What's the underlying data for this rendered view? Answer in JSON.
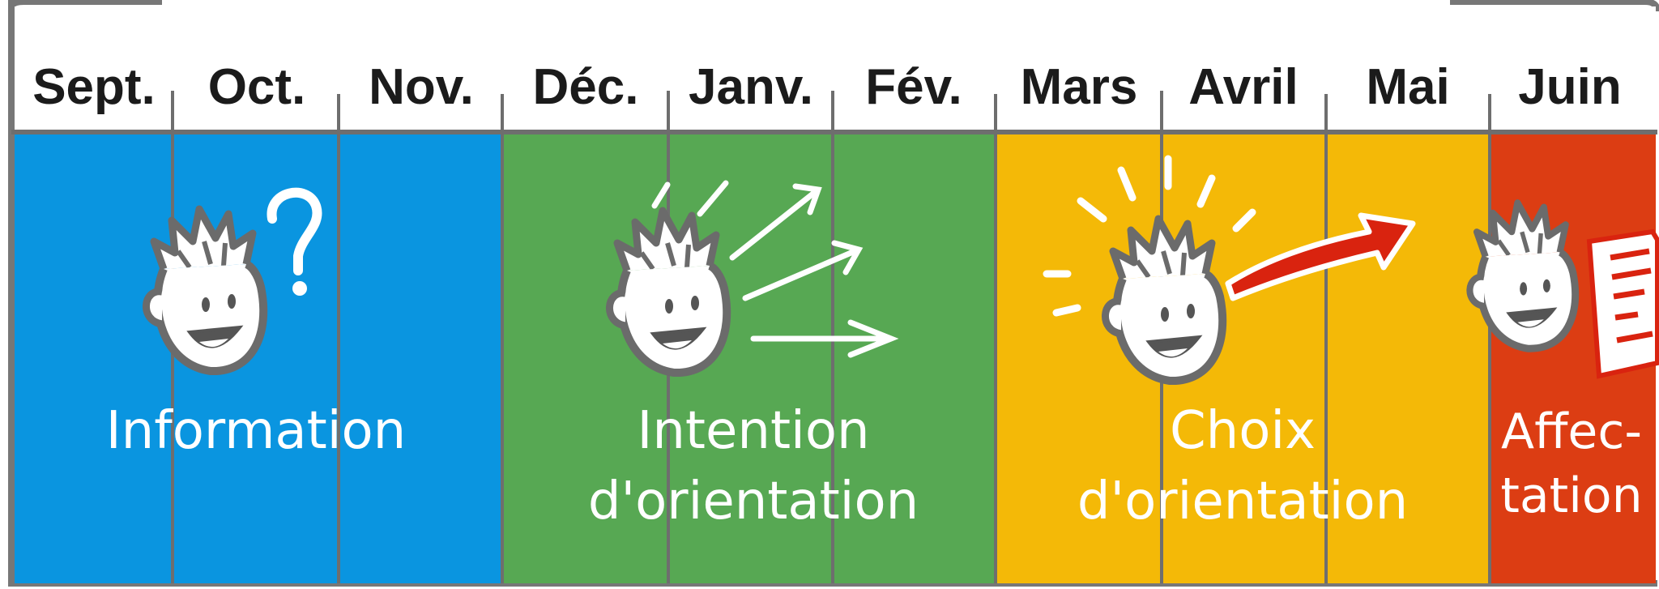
{
  "months": [
    "Sept.",
    "Oct.",
    "Nov.",
    "Déc.",
    "Janv.",
    "Fév.",
    "Mars",
    "Avril",
    "Mai",
    "Juin"
  ],
  "phases": [
    {
      "id": "information",
      "lines": [
        "Information"
      ],
      "color": "#0a95e0",
      "icon": "question-mark-icon"
    },
    {
      "id": "intention",
      "lines": [
        "Intention",
        "d'orientation"
      ],
      "color": "#57a853",
      "icon": "arrows-icon"
    },
    {
      "id": "choix",
      "lines": [
        "Choix",
        "d'orientation"
      ],
      "color": "#f4b907",
      "icon": "red-arrow-icon"
    },
    {
      "id": "affectation",
      "lines": [
        "Affec-",
        "tation"
      ],
      "color": "#dc3d13",
      "icon": "document-icon"
    }
  ],
  "colors": {
    "frame": "#777777",
    "divider": "#6e6e6e",
    "month_text": "#1b1b1b",
    "arrow_red": "#d9230f"
  }
}
